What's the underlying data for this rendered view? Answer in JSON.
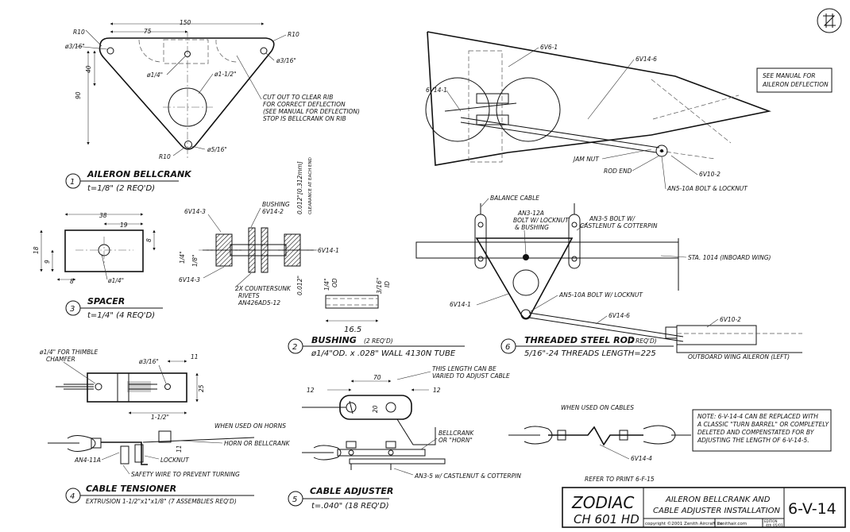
{
  "views": {
    "aileron_bellcrank": {
      "number": "1",
      "title": "AILERON BELLCRANK",
      "subtitle": "t=1/8\" (2 REQ'D)",
      "dims": {
        "d150": "150",
        "d75": "75",
        "d40": "40",
        "d90": "90",
        "r10a": "R10",
        "r10b": "R10",
        "r10c": "R10",
        "h316a": "ø3/16\"",
        "h316b": "ø3/16\"",
        "h14": "ø1/4\"",
        "h112": "ø1-1/2\"",
        "h516": "ø5/16\""
      },
      "note": [
        "CUT OUT TO CLEAR RIB",
        "FOR CORRECT DEFLECTION",
        "(SEE  MANUAL FOR DEFLECTION)",
        "STOP IS BELLCRANK ON RIB"
      ]
    },
    "spacer": {
      "number": "3",
      "title": "SPACER",
      "subtitle": "t=1/4\" (4 REQ'D)",
      "dims": {
        "d38": "38",
        "d19": "19",
        "d18": "18",
        "d9": "9",
        "d8a": "8",
        "d8b": "8",
        "hole": "ø1/4\""
      }
    },
    "bushing_assembly": {
      "labels": {
        "p3a": "6V14-3",
        "p3b": "6V14-3",
        "bushing": "BUSHING",
        "bushing_pn": "6V14-2",
        "p1": "6V14-1",
        "rivets1": "2X COUNTERSUNK",
        "rivets2": "RIVETS",
        "rivets3": "AN426AD5-12",
        "clearance1": "0.012\"[0.312mm]",
        "clearance2": "CLEARANCE AT EACH END",
        "d14": "1/4\"",
        "d18": "1/8\"",
        "d012": "0.012\""
      }
    },
    "bushing": {
      "number": "2",
      "title": "BUSHING",
      "req": "(2 REQ'D)",
      "subtitle": "ø1/4\"OD. x .028\" WALL 4130N TUBE",
      "dims": {
        "len": "16.5",
        "od": "1/4\"",
        "od_sub": "OD",
        "id": "3/16\"",
        "id_sub": "ID"
      }
    },
    "cable_tensioner": {
      "number": "4",
      "title": "CABLE TENSIONER",
      "subtitle": "EXTRUSION 1-1/2\"x1\"x1/8\" (7 ASSEMBLIES REQ'D)",
      "labels": {
        "thimble1": "ø1/4\" FOR THIMBLE",
        "thimble2": "CHAMFER",
        "h316": "ø3/16\"",
        "d11": "11",
        "d25": "25",
        "d112": "1-1/2\"",
        "horns": "WHEN USED ON HORNS",
        "horn": "HORN OR BELLCRANK",
        "an4": "AN4-11A",
        "locknut": "LOCKNUT",
        "safety": "SAFETY WIRE TO PREVENT TURNING",
        "d11b": "11"
      }
    },
    "cable_adjuster": {
      "number": "5",
      "title": "CABLE ADJUSTER",
      "subtitle": "t=.040\" (18 REQ'D)",
      "labels": {
        "d70": "70",
        "d12a": "12",
        "d12b": "12",
        "d20": "20",
        "note1": "THIS LENGTH CAN BE",
        "note2": "VARIED TO ADJUST CABLE",
        "bc1": "BELLCRANK",
        "bc2": "OR \"HORN\"",
        "an3": "AN3-5 w/ CASTLENUT & COTTERPIN"
      }
    },
    "threaded_rod": {
      "number": "6",
      "title": "THREADED STEEL ROD",
      "req": "(2 REQ'D)",
      "subtitle": "5/16\"-24 THREADS   LENGTH=225",
      "labels": {
        "balance": "BALANCE CABLE",
        "an312a": "AN3-12A",
        "an312b": "BOLT W/ LOCKNUT",
        "an312c": "& BUSHING",
        "an35a": "AN3-5 BOLT W/",
        "an35b": "CASTLENUT & COTTERPIN",
        "sta": "STA. 1014 (INBOARD WING)",
        "p1": "6V14-1",
        "an510": "AN5-10A BOLT W/ LOCKNUT",
        "p6": "6V14-6",
        "p10": "6V10-2",
        "aileron": "OUTBOARD WING AILERON (LEFT)"
      }
    },
    "overview": {
      "labels": {
        "p61": "6V6-1",
        "p146": "6V14-6",
        "p141": "6V14-1",
        "jam": "JAM NUT",
        "rodend": "ROD END",
        "p102": "6V10-2",
        "an510": "AN5-10A BOLT & LOCKNUT",
        "see1": "SEE MANUAL FOR",
        "see2": "AILERON DEFLECTION"
      }
    },
    "cables": {
      "labels": {
        "when": "WHEN USED ON CABLES",
        "p144": "6V14-4",
        "refer": "REFER TO PRINT 6-F-15"
      },
      "note": [
        "NOTE: 6-V-14-4 CAN BE REPLACED WITH",
        "A CLASSIC \"TURN BARREL\" OR COMPLETELY",
        "DELETED AND COMPENSTATED FOR BY",
        "ADJUSTING THE LENGTH OF 6-V-14-5."
      ]
    }
  },
  "title_block": {
    "brand": "ZODIAC",
    "model": "CH 601 HD",
    "title1": "AILERON BELLCRANK AND",
    "title2": "CABLE ADJUSTER INSTALLATION",
    "copyright": "copyright ©2001 Zenith Aircraft Co.",
    "site": "zenithair.com",
    "edition": "4th 05/01",
    "edition_label": "EDITION",
    "print_number": "6-V-14"
  },
  "logo": {
    "name": "zenith-logo-icon"
  }
}
